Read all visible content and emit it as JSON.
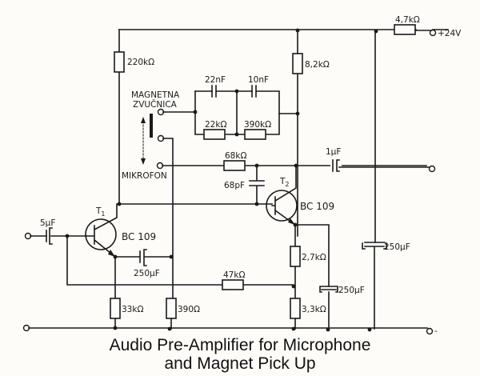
{
  "caption": {
    "line1": "Audio Pre-Amplifier for Microphone",
    "line2": "and Magnet Pick Up"
  },
  "components": {
    "r_supply": "4,7kΩ",
    "supply_label": "+24V",
    "r_220k": "220kΩ",
    "r_8k2": "8,2kΩ",
    "c_22n": "22nF",
    "c_10n": "10nF",
    "r_22k": "22kΩ",
    "r_390k": "390kΩ",
    "r_68k": "68kΩ",
    "c_68p": "68pF",
    "c_1u": "1µF",
    "c_5u": "5µF",
    "c_250u_t1": "250µF",
    "c_250u_t2": "250µF",
    "c_250u_supply": "250µF",
    "r_47k": "47kΩ",
    "r_2k7": "2,7kΩ",
    "r_33k": "33kΩ",
    "r_390": "390Ω",
    "r_3k3": "3,3kΩ",
    "t1_name": "T",
    "t1_sub": "1",
    "t1_type": "BC 109",
    "t2_name": "T",
    "t2_sub": "2",
    "t2_type": "BC 109",
    "magnet_label_1": "MAGNETNA",
    "magnet_label_2": "ZVUČNICA",
    "mic_label": "MIKROFON",
    "ground_label": "-"
  }
}
